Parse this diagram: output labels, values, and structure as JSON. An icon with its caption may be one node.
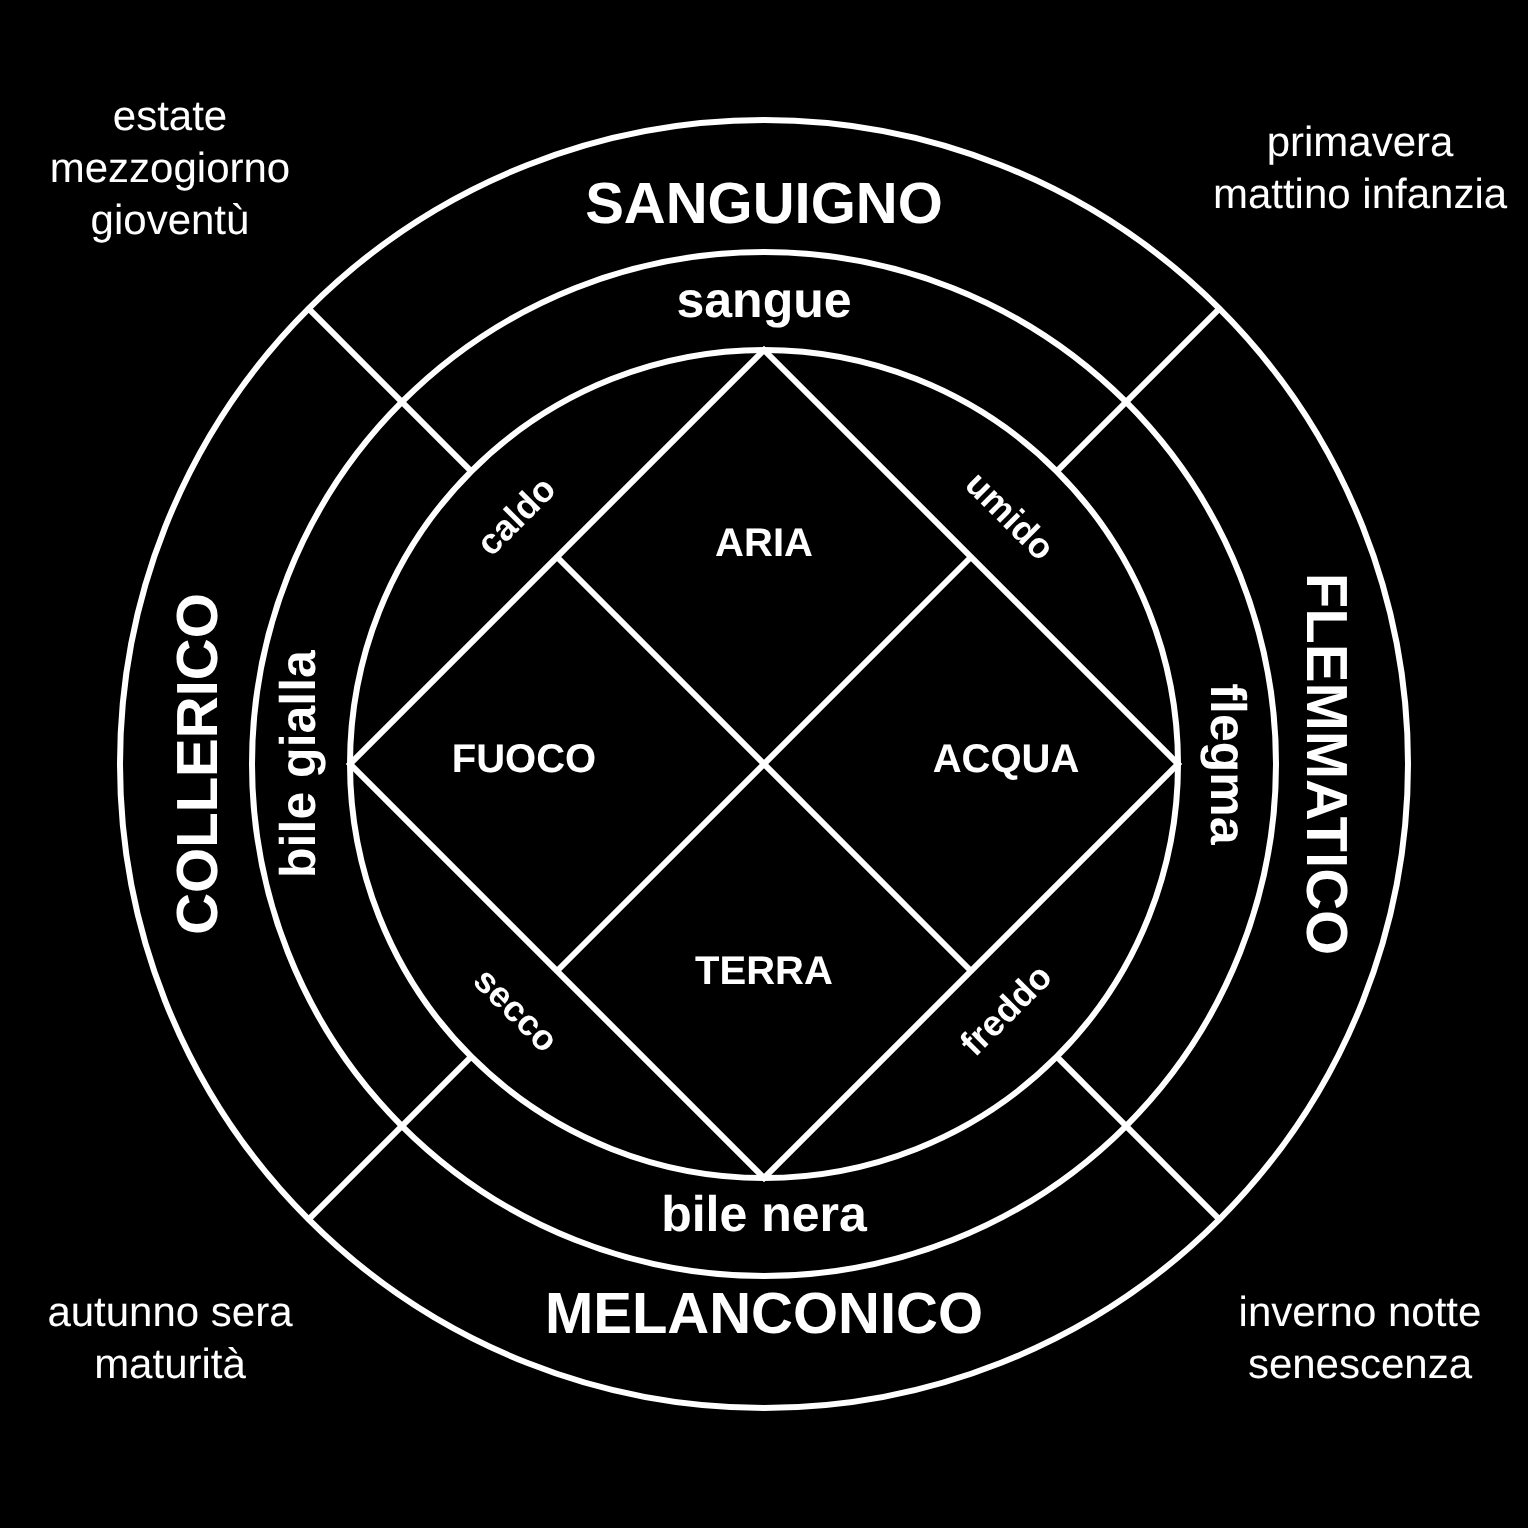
{
  "diagram": {
    "nodes": [
      {
        "text": [
          "SANGUIGNO"
        ]
      },
      {
        "text": [
          "COLLERICO"
        ]
      },
      {
        "text": [
          "FLEMMATICO"
        ]
      },
      {
        "text": [
          "MELANCONICO"
        ]
      },
      {
        "text": [
          "sangue"
        ]
      },
      {
        "text": [
          "bile gialla"
        ]
      },
      {
        "text": [
          "flegma"
        ]
      },
      {
        "text": [
          "bile nera"
        ]
      },
      {
        "text": [
          "caldo"
        ]
      },
      {
        "text": [
          "umido"
        ]
      },
      {
        "text": [
          "secco"
        ]
      },
      {
        "text": [
          "freddo"
        ]
      },
      {
        "text": [
          "ARIA"
        ]
      },
      {
        "text": [
          "FUOCO"
        ]
      },
      {
        "text": [
          "ACQUA"
        ]
      },
      {
        "text": [
          "TERRA"
        ]
      }
    ],
    "edges": [],
    "labels": [
      "estate mezzogiorno gioventù",
      "primavera mattino infanzia",
      "autunno sera maturità",
      "inverno notte senescenza"
    ]
  }
}
